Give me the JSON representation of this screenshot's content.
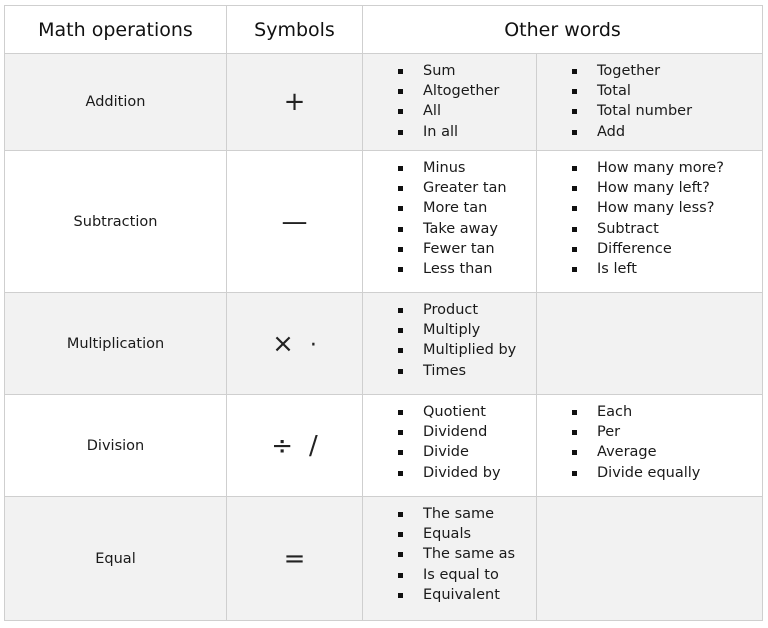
{
  "headers": {
    "operations": "Math operations",
    "symbols": "Symbols",
    "other_words": "Other words"
  },
  "rows": [
    {
      "operation": "Addition",
      "symbols": [
        "+"
      ],
      "words_left": [
        "Sum",
        "Altogether",
        "All",
        "In all"
      ],
      "words_right": [
        "Together",
        "Total",
        "Total number",
        "Add"
      ]
    },
    {
      "operation": "Subtraction",
      "symbols": [
        "—"
      ],
      "words_left": [
        "Minus",
        "Greater tan",
        "More tan",
        "Take away",
        "Fewer tan",
        "Less than"
      ],
      "words_right": [
        "How many more?",
        "How many left?",
        "How many less?",
        "Subtract",
        "Difference",
        "Is left"
      ]
    },
    {
      "operation": "Multiplication",
      "symbols": [
        "×",
        "·"
      ],
      "words_left": [
        "Product",
        "Multiply",
        "Multiplied by",
        "Times"
      ],
      "words_right": []
    },
    {
      "operation": "Division",
      "symbols": [
        "÷",
        "/"
      ],
      "words_left": [
        "Quotient",
        "Dividend",
        "Divide",
        "Divided by"
      ],
      "words_right": [
        "Each",
        "Per",
        "Average",
        "Divide equally"
      ]
    },
    {
      "operation": "Equal",
      "symbols": [
        "="
      ],
      "words_left": [
        "The same",
        "Equals",
        "The same as",
        "Is equal to",
        "Equivalent"
      ],
      "words_right": []
    }
  ]
}
